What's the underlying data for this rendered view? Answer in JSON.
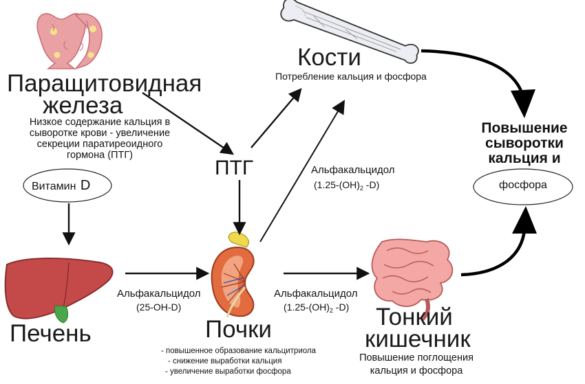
{
  "gland": {
    "title_line1": "Паращитовидная",
    "title_line2": "железа",
    "note_line1": "Низкое содержание кальция в",
    "note_line2": "сыворотке крови - увеличение",
    "note_line3": "секреции паратиреоидного",
    "note_line4": "гормона (ПТГ)"
  },
  "pth": "ПТГ",
  "vitamin": {
    "word": "Витамин",
    "letter": "D"
  },
  "liver": "Печень",
  "kidneys": {
    "title": "Почки",
    "effect1": "- повышенное образование кальцитриола",
    "effect2": "- снижение выработки кальция",
    "effect3": "- увеличение выработки фосфора"
  },
  "bones": {
    "title": "Кости",
    "subtitle": "Потребление кальция и фосфора"
  },
  "intestine": {
    "title_line1": "Тонкий",
    "title_line2": "кишечник",
    "sub_line1": "Повышение поглощения",
    "sub_line2": "кальция и фосфора"
  },
  "result": {
    "line1": "Повышение",
    "line2": "сыворотки",
    "line3": "кальция и",
    "line4": "фосфора"
  },
  "arrow_labels": {
    "liver_kidney_drug": "Альфакальцидол",
    "liver_kidney_form": "(25-OH-D)",
    "kidney_bone_drug": "Альфакальцидол",
    "kidney_bone_form_a": "(1.25-(OH)",
    "kidney_bone_form_sub": "2",
    "kidney_bone_form_b": " -D)",
    "kidney_intestine_drug": "Альфакальцидол",
    "kidney_intestine_form_a": "(1.25-(OH)",
    "kidney_intestine_form_sub": "2",
    "kidney_intestine_form_b": " -D)"
  }
}
